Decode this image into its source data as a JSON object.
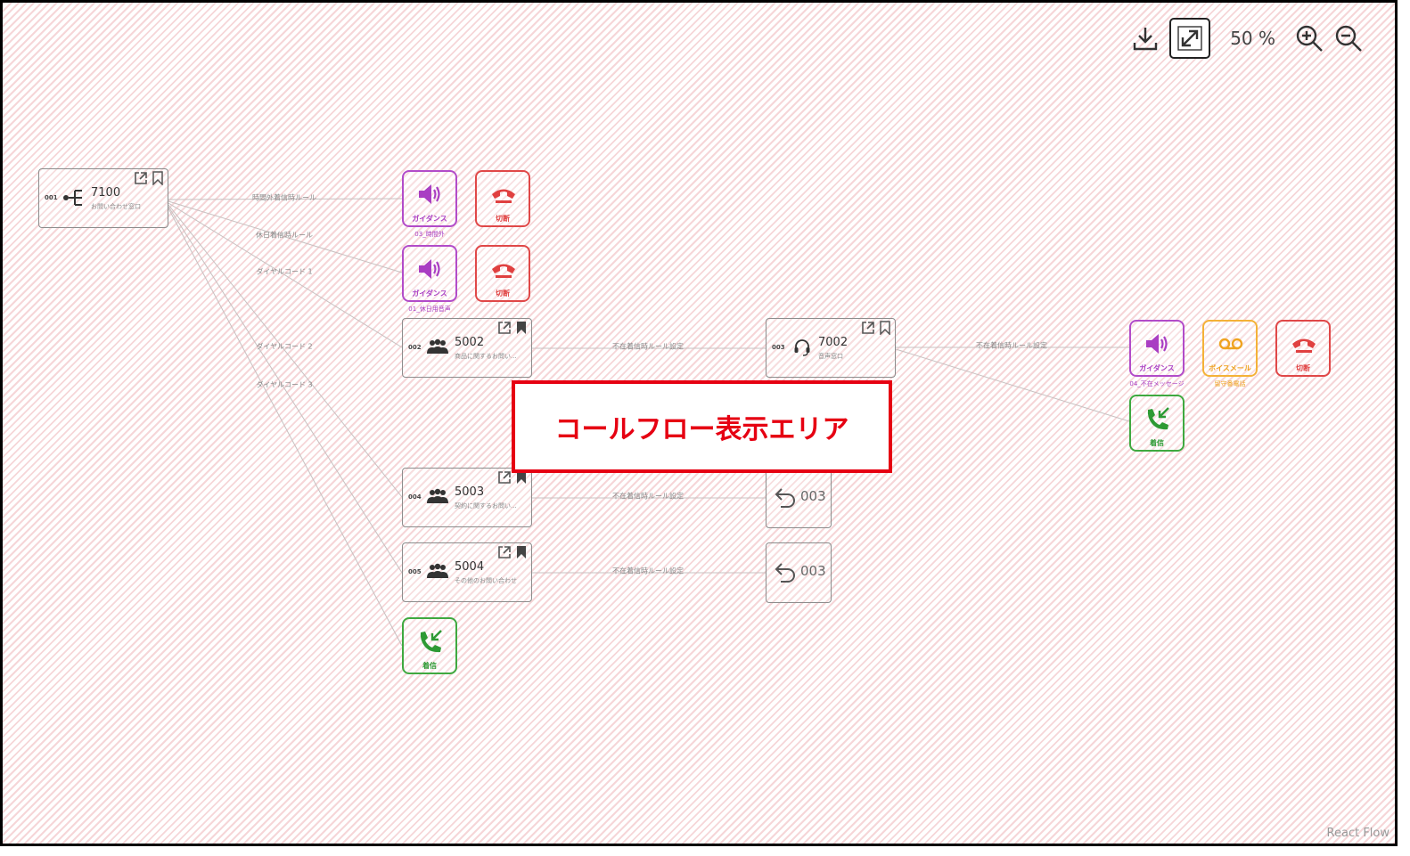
{
  "toolbar": {
    "zoom_label": "50 %"
  },
  "callout": {
    "text": "コールフロー表示エリア"
  },
  "attribution": "React Flow",
  "nodes": {
    "n001": {
      "num": "001",
      "title": "7100",
      "sub": "お問い合わせ窓口"
    },
    "n002": {
      "num": "002",
      "title": "5002",
      "sub": "商品に関するお問い..."
    },
    "n003": {
      "num": "003",
      "title": "7002",
      "sub": "音声窓口"
    },
    "n004": {
      "num": "004",
      "title": "5003",
      "sub": "契約に関するお問い..."
    },
    "n005": {
      "num": "005",
      "title": "5004",
      "sub": "その他のお問い合わせ"
    }
  },
  "actions": {
    "guidance_label": "ガイダンス",
    "hangup_label": "切断",
    "incoming_label": "着信",
    "voicemail_label": "ボイスメール",
    "g1_under": "03_時間外",
    "g2_under": "01_休日用音声",
    "g3_under": "04_不在メッセージ",
    "vm_under": "留守番電話"
  },
  "returns": {
    "r1": "003",
    "r2": "003"
  },
  "edge_labels": {
    "e1": "時間外着信時ルール",
    "e2": "休日着信時ルール",
    "e3": "ダイヤルコード 1",
    "e4": "ダイヤルコード 2",
    "e5": "ダイヤルコード 3",
    "e6": "不在着信時ルール設定",
    "e7": "不在着信時ルール設定",
    "e8": "不在着信時ルール設定",
    "e9": "不在着信時ルール設定"
  },
  "colors": {
    "guidance": "#b24cc9",
    "hangup": "#e04848",
    "incoming": "#3fa940",
    "voicemail": "#f4b238",
    "callout": "#e60012"
  }
}
